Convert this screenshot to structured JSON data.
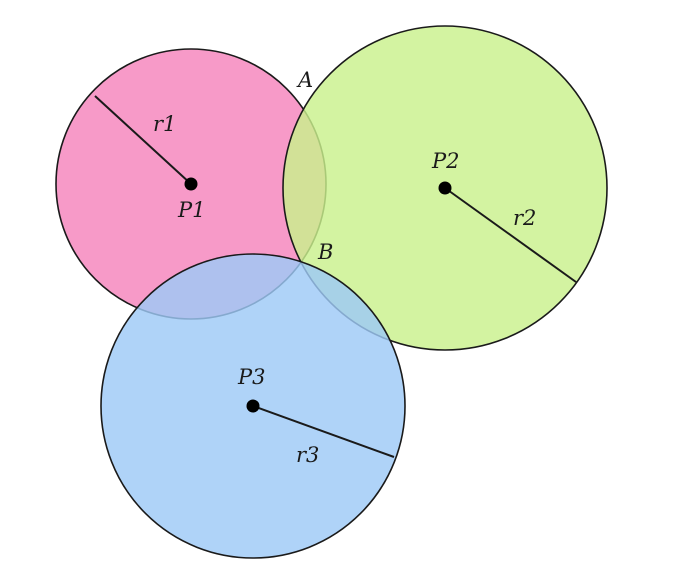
{
  "diagram": {
    "circles": [
      {
        "id": "c1",
        "center_label": "P1",
        "radius_label": "r1",
        "fill": "#f79ac8",
        "opacity": 1.0
      },
      {
        "id": "c2",
        "center_label": "P2",
        "radius_label": "r2",
        "fill": "#c9f08c",
        "opacity": 0.82
      },
      {
        "id": "c3",
        "center_label": "P3",
        "radius_label": "r3",
        "fill": "#9ec9f7",
        "opacity": 0.82
      }
    ],
    "intersection_labels": {
      "a": "A",
      "b": "B"
    },
    "stroke_color": "#1a1a1a"
  }
}
